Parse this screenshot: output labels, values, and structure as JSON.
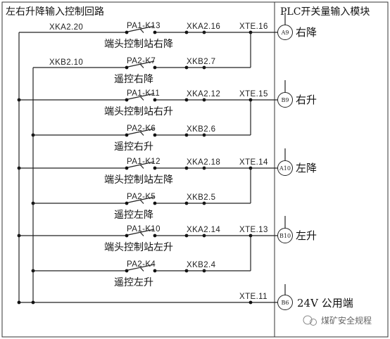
{
  "titles": {
    "left": "左右升降输入控制回路",
    "right": "PLC开关量输入模块"
  },
  "rows": [
    {
      "main": {
        "left_wire": "XKA2.20",
        "switch": "PA1-K13",
        "mid_wire": "XKA2.16",
        "terminal": "XTE.16",
        "desc": "端头控制站右降"
      },
      "remote": {
        "left_wire": "XKB2.10",
        "switch": "PA2-K7",
        "mid_wire": "XKB2.7",
        "desc": "遥控右降"
      },
      "input": {
        "badge": "A9",
        "label": "右降"
      }
    },
    {
      "main": {
        "left_wire": "",
        "switch": "PA1-K11",
        "mid_wire": "XKA2.12",
        "terminal": "XTE.15",
        "desc": "端头控制站右升"
      },
      "remote": {
        "left_wire": "",
        "switch": "PA2-K6",
        "mid_wire": "XKB2.6",
        "desc": "遥控右升"
      },
      "input": {
        "badge": "B9",
        "label": "右升"
      }
    },
    {
      "main": {
        "left_wire": "",
        "switch": "PA1-K12",
        "mid_wire": "XKA2.18",
        "terminal": "XTE.14",
        "desc": "端头控制站左降"
      },
      "remote": {
        "left_wire": "",
        "switch": "PA2-K5",
        "mid_wire": "XKB2.5",
        "desc": "遥控左降"
      },
      "input": {
        "badge": "A10",
        "label": "左降"
      }
    },
    {
      "main": {
        "left_wire": "",
        "switch": "PA1-K10",
        "mid_wire": "XKA2.14",
        "terminal": "XTE.13",
        "desc": "端头控制站左升"
      },
      "remote": {
        "left_wire": "",
        "switch": "PA2-K4",
        "mid_wire": "XKB2.4",
        "desc": "遥控左升"
      },
      "input": {
        "badge": "B10",
        "label": "左升"
      }
    }
  ],
  "common": {
    "terminal": "XTE.11",
    "badge": "B6",
    "label": "24V 公用端"
  },
  "watermark": "煤矿安全规程"
}
